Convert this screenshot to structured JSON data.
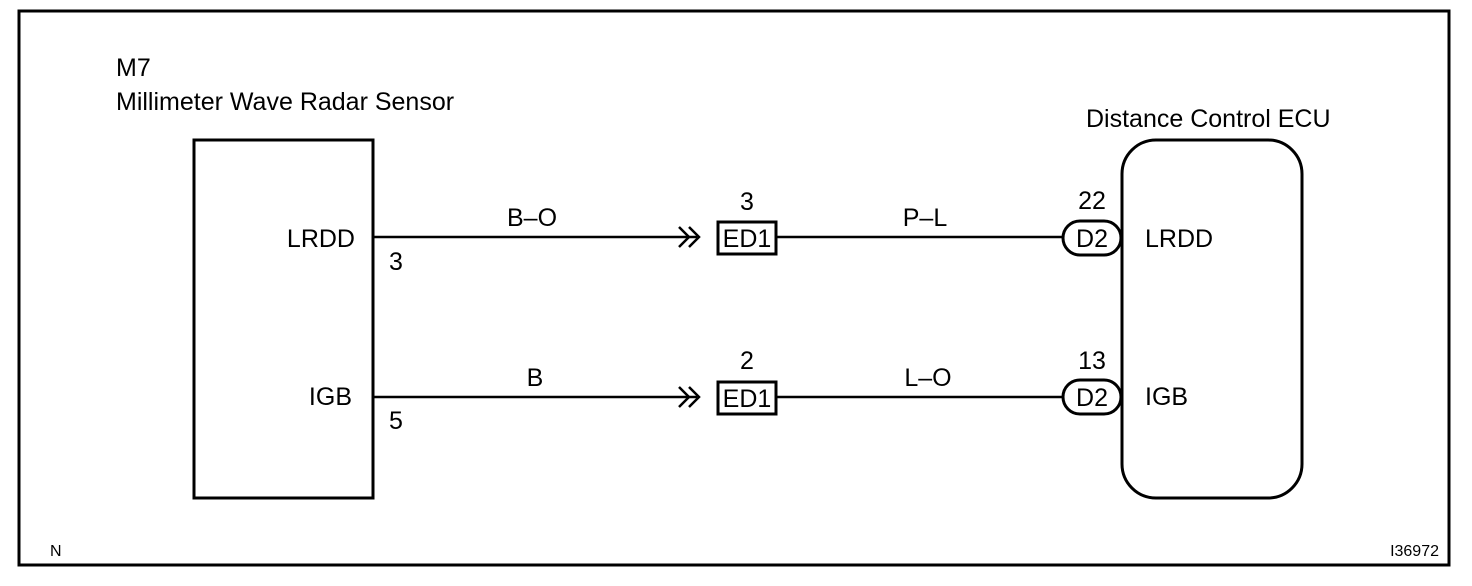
{
  "diagram": {
    "frame_label_bottom_left": "N",
    "figure_id": "I36972",
    "sensor": {
      "code": "M7",
      "name": "Millimeter Wave Radar Sensor",
      "pins": [
        {
          "signal": "LRDD",
          "pin": "3"
        },
        {
          "signal": "IGB",
          "pin": "5"
        }
      ]
    },
    "ecu": {
      "name": "Distance Control ECU",
      "pins": [
        {
          "signal": "LRDD",
          "connector": "D2",
          "pin": "22"
        },
        {
          "signal": "IGB",
          "connector": "D2",
          "pin": "13"
        }
      ]
    },
    "junctions": [
      {
        "connector": "ED1",
        "pin": "3"
      },
      {
        "connector": "ED1",
        "pin": "2"
      }
    ],
    "wires": [
      {
        "left_color": "B–O",
        "right_color": "P–L"
      },
      {
        "left_color": "B",
        "right_color": "L–O"
      }
    ]
  }
}
